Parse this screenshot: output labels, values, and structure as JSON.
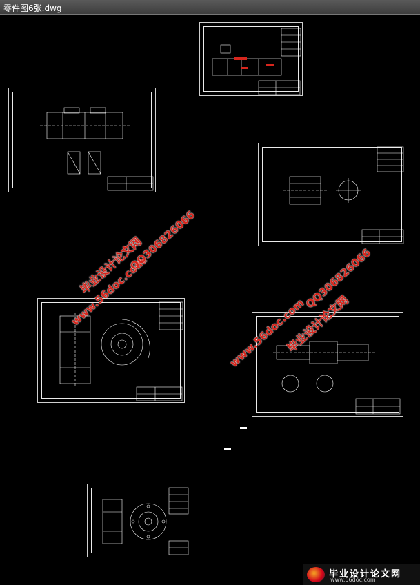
{
  "window": {
    "title": "零件图6张.dwg"
  },
  "watermarks": {
    "left_line1": "毕业设计论文网",
    "left_line2": "www.56doc.com",
    "left_qq": "QQ306826066",
    "right_line1": "毕业设计论文网",
    "right_line2": "www.56doc.com",
    "right_qq": "QQ306826066"
  },
  "brand": {
    "name": "毕业设计论文网",
    "url": "www.56doc.com"
  },
  "colors": {
    "background": "#000000",
    "lines": "#ffffff",
    "watermark": "#d7261d"
  }
}
